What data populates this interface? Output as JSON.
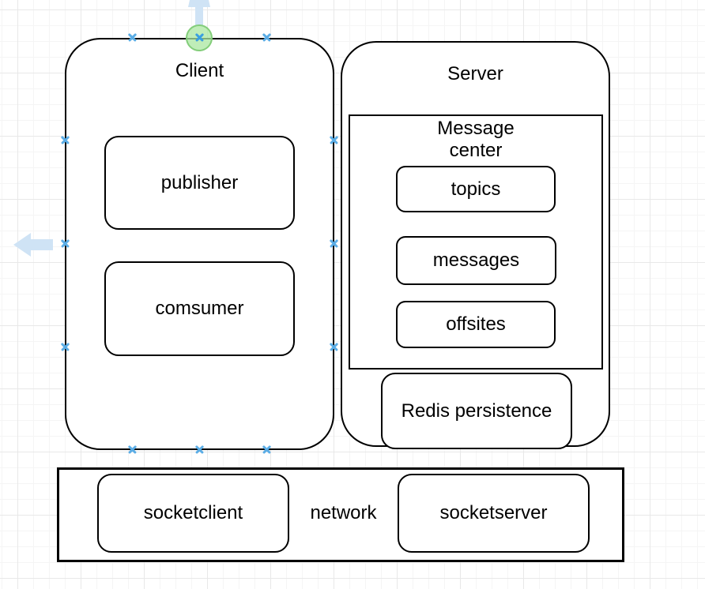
{
  "canvas": {
    "background": "#ffffff",
    "grid_minor_color": "#f5f5f5",
    "grid_major_color": "#e8e8e8"
  },
  "nodes": {
    "client": {
      "title": "Client",
      "publisher_label": "publisher",
      "consumer_label": "comsumer"
    },
    "server": {
      "title": "Server",
      "message_center": {
        "title": "Message center",
        "topics_label": "topics",
        "messages_label": "messages",
        "offsites_label": "offsites"
      },
      "redis_label": "Redis persistence"
    },
    "network": {
      "label": "network",
      "socketclient_label": "socketclient",
      "socketserver_label": "socketserver"
    }
  },
  "editor": {
    "connection_point_color": "#5badе6",
    "connection_point_color_hex": "#5bade6",
    "connection_point_active_color": "#3a9fe0",
    "highlight_fill": "rgba(170,231,160,0.75)",
    "highlight_stroke": "rgba(125,202,115,0.9)",
    "direction_arrow_color": "#cfe3f5"
  }
}
